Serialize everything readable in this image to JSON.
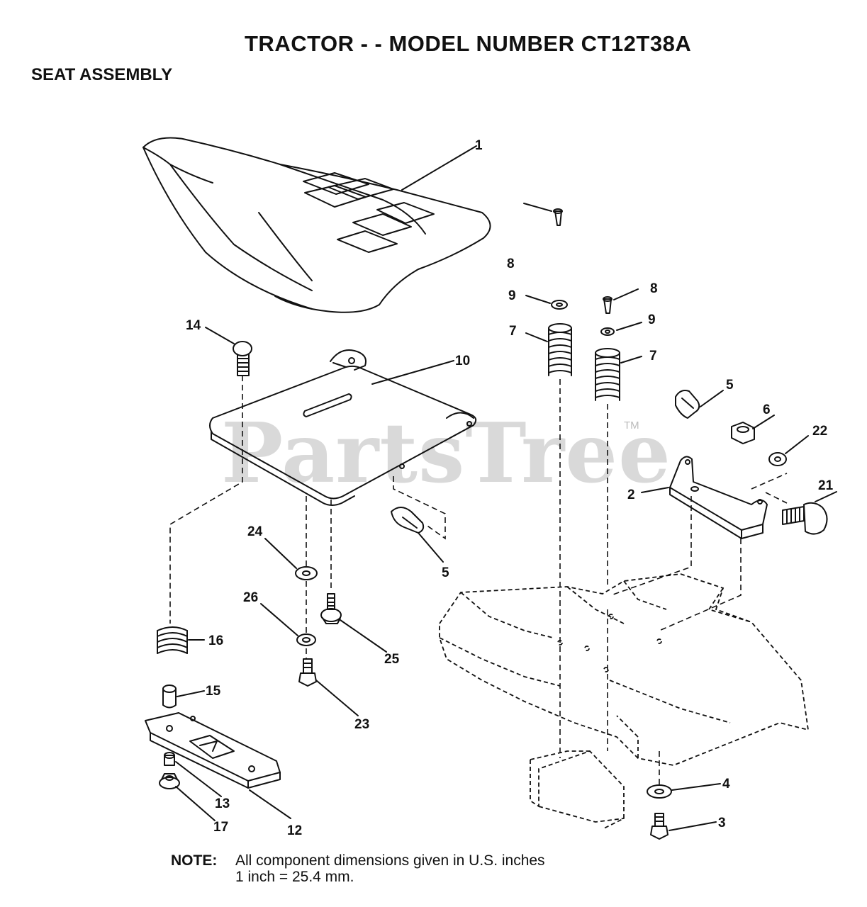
{
  "header": {
    "title": "TRACTOR - - MODEL NUMBER CT12T38A",
    "subtitle": "SEAT ASSEMBLY"
  },
  "watermark": {
    "text": "PartsTree",
    "tm": "TM"
  },
  "callouts": {
    "c1": "1",
    "c2": "2",
    "c3": "3",
    "c4": "4",
    "c5a": "5",
    "c5b": "5",
    "c6": "6",
    "c7a": "7",
    "c7b": "7",
    "c8a": "8",
    "c8b": "8",
    "c9a": "9",
    "c9b": "9",
    "c10": "10",
    "c12": "12",
    "c13": "13",
    "c14": "14",
    "c15": "15",
    "c16": "16",
    "c17": "17",
    "c21": "21",
    "c22": "22",
    "c23": "23",
    "c24": "24",
    "c25": "25",
    "c26": "26"
  },
  "note": {
    "label": "NOTE:",
    "line1": "All component dimensions given in U.S. inches",
    "line2": "1 inch = 25.4 mm."
  }
}
